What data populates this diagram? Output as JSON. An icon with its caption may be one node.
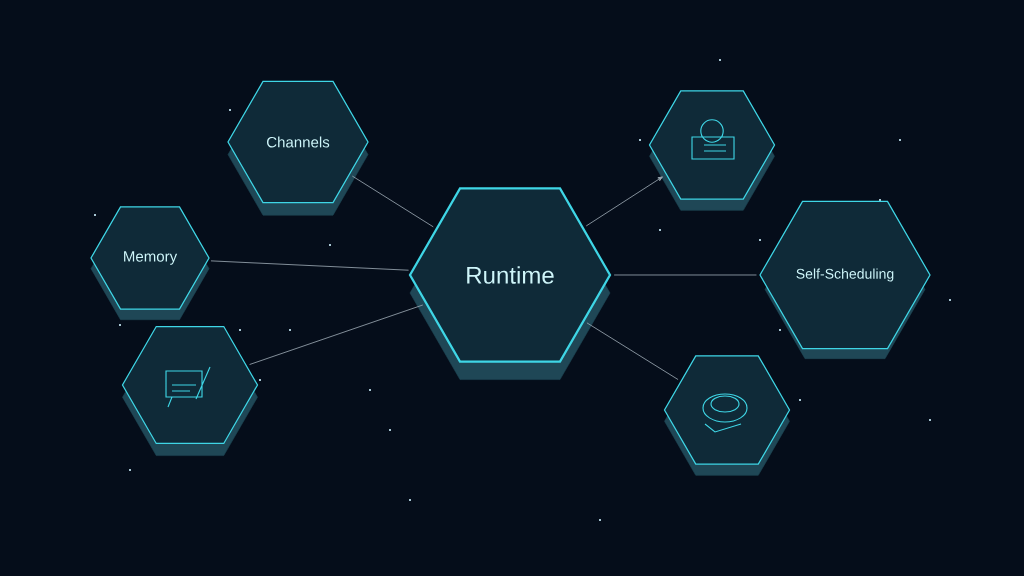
{
  "diagram": {
    "nodes": [
      {
        "text": [
          "Channels"
        ]
      },
      {
        "text": [],
        "shape": "hexagon"
      },
      {
        "text": [
          "Memory"
        ]
      },
      {
        "text": [
          "Runtime"
        ]
      },
      {
        "text": [
          "Self-Scheduling"
        ]
      },
      {
        "text": [],
        "shape": "hexagon"
      },
      {
        "text": [],
        "shape": "hexagon"
      }
    ],
    "edges": [
      {
        "from": 3,
        "to": 0,
        "arrow": "none"
      },
      {
        "from": 3,
        "to": 1,
        "arrow": "to"
      },
      {
        "from": 3,
        "to": 2,
        "arrow": "none"
      },
      {
        "from": 3,
        "to": 4,
        "arrow": "none"
      },
      {
        "from": 3,
        "to": 5,
        "arrow": "none"
      },
      {
        "from": 3,
        "to": 6,
        "arrow": "none"
      }
    ]
  }
}
